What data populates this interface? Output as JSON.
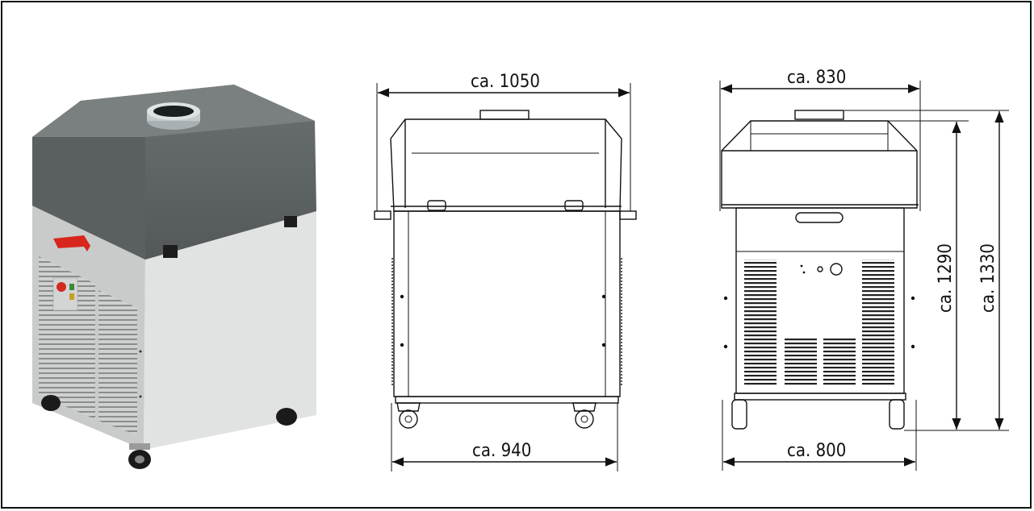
{
  "labels": {
    "front_width": "ca. 1050",
    "front_base": "ca. 940",
    "side_width": "ca. 830",
    "side_base": "ca. 800",
    "height_lid": "ca. 1290",
    "height_total": "ca. 1330"
  },
  "colors": {
    "lid": "#5f6465",
    "body": "#dcdedd",
    "handle": "#d7261e",
    "line": "#111111"
  }
}
